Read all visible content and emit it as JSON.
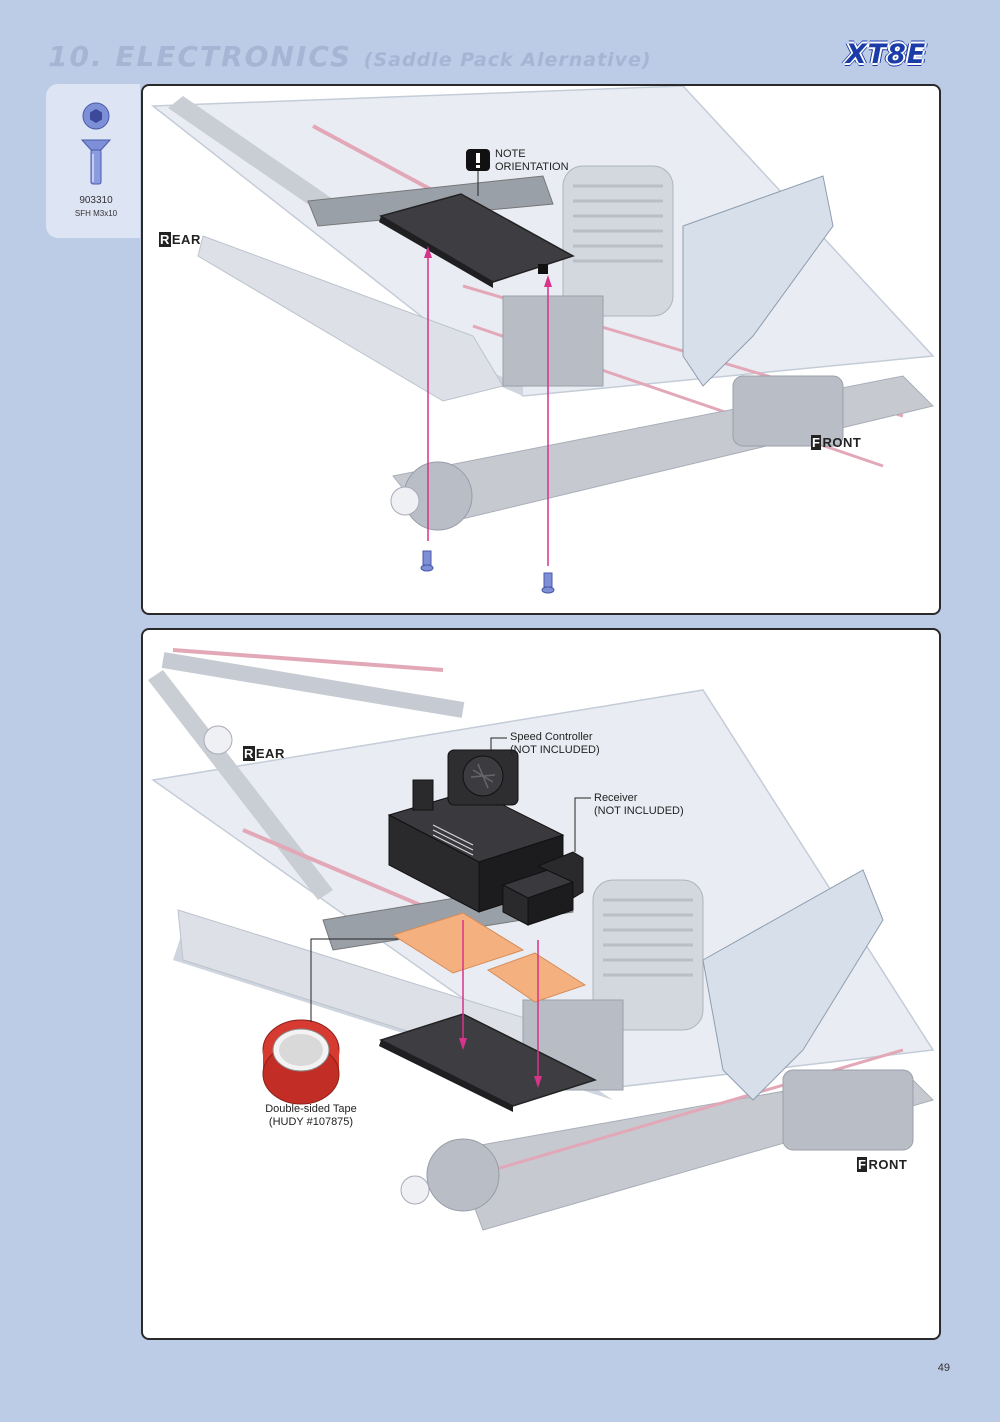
{
  "header": {
    "section_number": "10.",
    "title": "ELECTRONICS",
    "subtitle": "(Saddle Pack Alernative)",
    "logo": "XT8E"
  },
  "screw_box": {
    "part_number": "903310",
    "description": "SFH M3x10",
    "icon": "countersunk-screw-icon"
  },
  "step1": {
    "note_line1": "NOTE",
    "note_line2": "ORIENTATION",
    "rear_cap": "R",
    "rear_rest": "EAR",
    "front_cap": "F",
    "front_rest": "RONT"
  },
  "step2": {
    "speed_controller_line1": "Speed Controller",
    "speed_controller_line2": "(NOT INCLUDED)",
    "receiver_line1": "Receiver",
    "receiver_line2": "(NOT INCLUDED)",
    "tape_line1": "Double-sided Tape",
    "tape_line2": "(HUDY #107875)",
    "rear_cap": "R",
    "rear_rest": "EAR",
    "front_cap": "F",
    "front_rest": "RONT"
  },
  "page_number": "49",
  "colors": {
    "background": "#bccbe6",
    "title": "#a7b4d4",
    "logo": "#1b3ca8",
    "arrow": "#d6338a",
    "tape_pad": "#f4b07e",
    "plate": "#4a4a4a"
  }
}
